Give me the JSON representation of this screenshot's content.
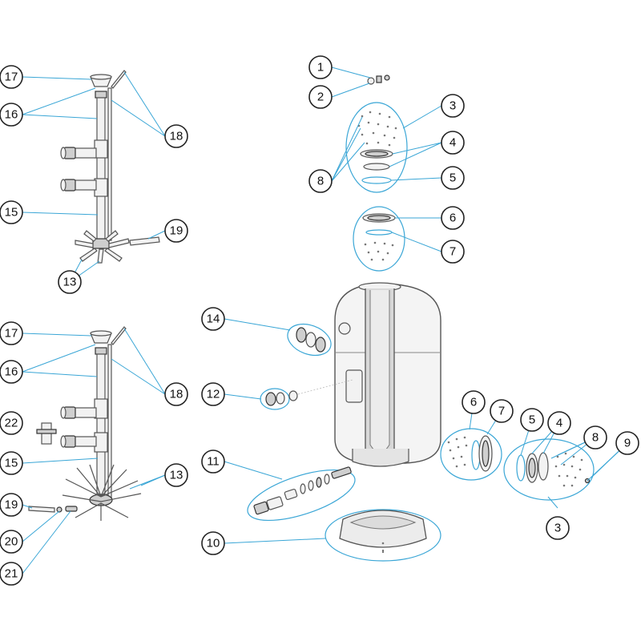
{
  "colors": {
    "leader": "#3aa6d6",
    "outline": "#555555",
    "callout_border": "#222222"
  },
  "callouts": [
    {
      "id": "c17a",
      "label": "17"
    },
    {
      "id": "c16a",
      "label": "16"
    },
    {
      "id": "c18a",
      "label": "18"
    },
    {
      "id": "c15a",
      "label": "15"
    },
    {
      "id": "c19a",
      "label": "19"
    },
    {
      "id": "c13a",
      "label": "13"
    },
    {
      "id": "c17b",
      "label": "17"
    },
    {
      "id": "c16b",
      "label": "16"
    },
    {
      "id": "c18b",
      "label": "18"
    },
    {
      "id": "c22",
      "label": "22"
    },
    {
      "id": "c15b",
      "label": "15"
    },
    {
      "id": "c13b",
      "label": "13"
    },
    {
      "id": "c19b",
      "label": "19"
    },
    {
      "id": "c20",
      "label": "20"
    },
    {
      "id": "c21",
      "label": "21"
    },
    {
      "id": "c1",
      "label": "1"
    },
    {
      "id": "c2",
      "label": "2"
    },
    {
      "id": "c3a",
      "label": "3"
    },
    {
      "id": "c4a",
      "label": "4"
    },
    {
      "id": "c5a",
      "label": "5"
    },
    {
      "id": "c8a",
      "label": "8"
    },
    {
      "id": "c6a",
      "label": "6"
    },
    {
      "id": "c7a",
      "label": "7"
    },
    {
      "id": "c14",
      "label": "14"
    },
    {
      "id": "c12",
      "label": "12"
    },
    {
      "id": "c11",
      "label": "11"
    },
    {
      "id": "c10",
      "label": "10"
    },
    {
      "id": "c6b",
      "label": "6"
    },
    {
      "id": "c7b",
      "label": "7"
    },
    {
      "id": "c5b",
      "label": "5"
    },
    {
      "id": "c4b",
      "label": "4"
    },
    {
      "id": "c8b",
      "label": "8"
    },
    {
      "id": "c9",
      "label": "9"
    },
    {
      "id": "c3b",
      "label": "3"
    }
  ]
}
